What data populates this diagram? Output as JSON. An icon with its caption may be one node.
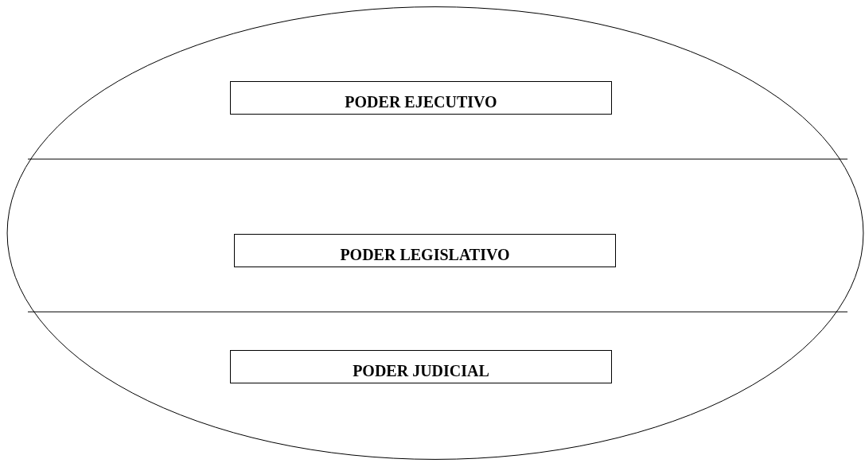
{
  "diagram": {
    "nodes": [
      {
        "text": [],
        "shape": "ellipse"
      },
      {
        "text": [
          "PODER EJECUTIVO"
        ],
        "in": 0
      },
      {
        "text": [
          "PODER LEGISLATIVO"
        ],
        "in": 0
      },
      {
        "text": [
          "PODER JUDICIAL"
        ],
        "in": 0
      }
    ],
    "edges": []
  }
}
